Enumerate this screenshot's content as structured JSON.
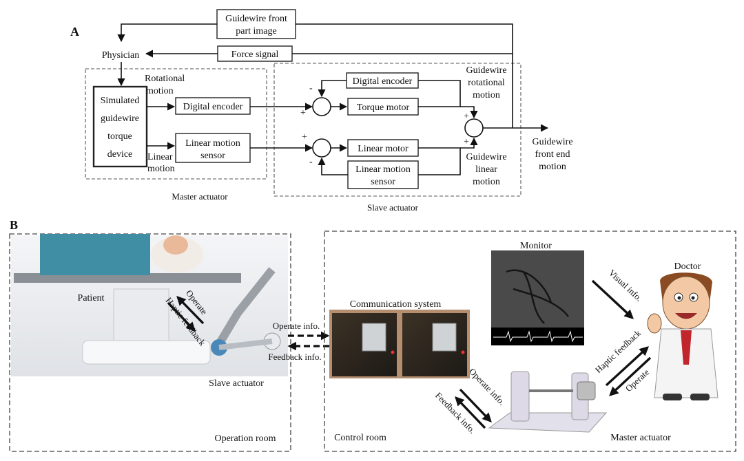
{
  "panel_a": {
    "letter": "A",
    "physician": "Physician",
    "guidewire_image_box": [
      "Guidewire front",
      "part image"
    ],
    "force_signal_box": "Force signal",
    "rotational_motion": [
      "Rotational",
      "motion"
    ],
    "linear_motion": [
      "Linear",
      "motion"
    ],
    "simulated_device": [
      "Simulated",
      "guidewire",
      "torque",
      "device"
    ],
    "master_digital_encoder": "Digital encoder",
    "master_linear_sensor": [
      "Linear motion",
      "sensor"
    ],
    "slave_digital_encoder": "Digital encoder",
    "torque_motor": "Torque motor",
    "linear_motor": "Linear motor",
    "slave_linear_sensor": [
      "Linear motion",
      "sensor"
    ],
    "guidewire_rotational": [
      "Guidewire",
      "rotational",
      "motion"
    ],
    "guidewire_linear": [
      "Guidewire",
      "linear",
      "motion"
    ],
    "guidewire_front_end": [
      "Guidewire",
      "front end",
      "motion"
    ],
    "master_actuator_caption": "Master actuator",
    "slave_actuator_caption": "Slave actuator",
    "plus": "+",
    "minus": "-"
  },
  "panel_b": {
    "letter": "B",
    "patient": "Patient",
    "operate": "Operate",
    "haptic_feedback": "Haptic feedback",
    "slave_actuator": "Slave actuator",
    "operation_room": "Operation room",
    "operate_info": "Operate info.",
    "feedback_info": "Feedback info.",
    "communication_system": "Communication  system",
    "control_room": "Control room",
    "monitor": "Monitor",
    "visual_info": "Visual info.",
    "doctor": "Doctor",
    "doctor_haptic_feedback": "Haptic feedback",
    "doctor_operate": "Operate",
    "master_operate_info": "Operate info.",
    "master_feedback_info": "Feedback info.",
    "master_actuator": "Master  actuator"
  }
}
